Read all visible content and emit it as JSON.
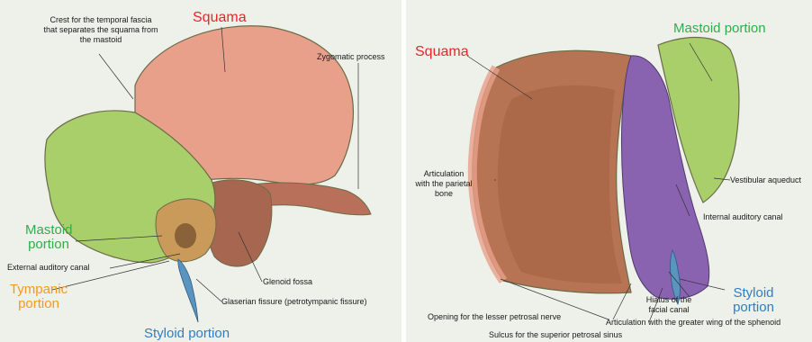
{
  "left": {
    "labels": {
      "crest_line1": "Crest for the temporal fascia",
      "crest_line2": "that separates the squama from",
      "crest_line3": "the mastoid",
      "squama": "Squama",
      "zygomatic": "Zygomatic process",
      "mastoid_line1": "Mastoid",
      "mastoid_line2": "portion",
      "external_canal": "External auditory canal",
      "tympanic_line1": "Tympanic",
      "tympanic_line2": "portion",
      "glenoid": "Glenoid fossa",
      "glaserian": "Glaserian fissure (petrotympanic fissure)",
      "styloid": "Styloid portion"
    }
  },
  "right": {
    "labels": {
      "squama": "Squama",
      "mastoid": "Mastoid portion",
      "articulation_line1": "Articulation",
      "articulation_line2": "with the parietal",
      "articulation_line3": "bone",
      "vestibular": "Vestibular aqueduct",
      "internal_canal": "Internal auditory canal",
      "hiatus_line1": "Hiatus of the",
      "hiatus_line2": "facial canal",
      "styloid_line1": "Styloid",
      "styloid_line2": "portion",
      "lesser_petrosal": "Opening for the lesser petrosal nerve",
      "greater_wing": "Articulation with the greater wing of the sphenoid",
      "sulcus": "Sulcus for the superior petrosal sinus"
    }
  },
  "colors": {
    "background": "#eef0ea",
    "squama": "#e8a08a",
    "mastoid": "#a9cf6a",
    "tympanic": "#c99a5a",
    "petrous": "#8a63b0",
    "bone_shade": "#9c5a44",
    "styloid": "#5a95bf",
    "outline": "#5a5a40"
  }
}
